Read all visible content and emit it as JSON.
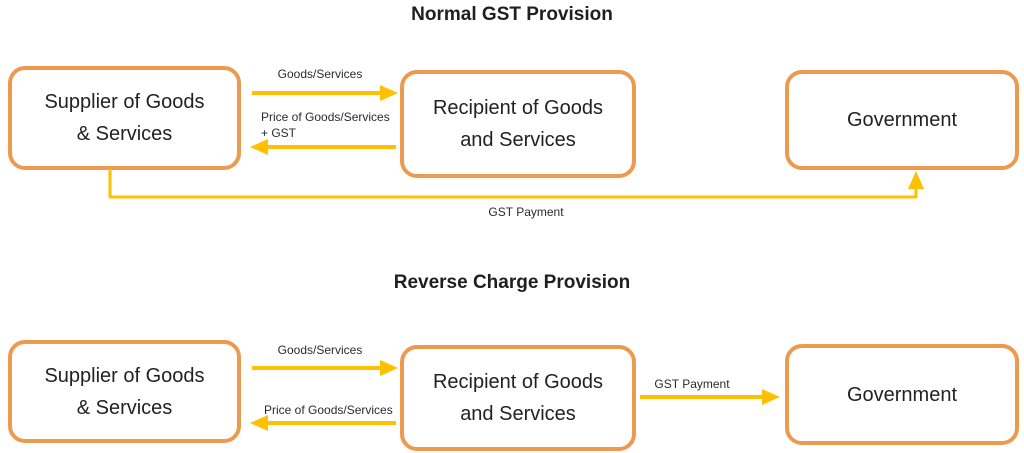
{
  "colors": {
    "box_border": "#ED9A51",
    "arrow": "#FFC000",
    "text": "#262626"
  },
  "normal": {
    "title": "Normal GST Provision",
    "supplier": {
      "line1": "Supplier of Goods",
      "line2": "& Services"
    },
    "recipient": {
      "line1": "Recipient of Goods",
      "line2": "and Services"
    },
    "government": "Government",
    "arrows": {
      "goods_services": "Goods/Services",
      "price_line1": "Price of Goods/Services",
      "price_line2": "+ GST",
      "gst_payment": "GST Payment"
    }
  },
  "reverse": {
    "title": "Reverse Charge Provision",
    "supplier": {
      "line1": "Supplier of Goods",
      "line2": "& Services"
    },
    "recipient": {
      "line1": "Recipient of Goods",
      "line2": "and Services"
    },
    "government": "Government",
    "arrows": {
      "goods_services": "Goods/Services",
      "price": "Price of Goods/Services",
      "gst_payment": "GST Payment"
    }
  }
}
